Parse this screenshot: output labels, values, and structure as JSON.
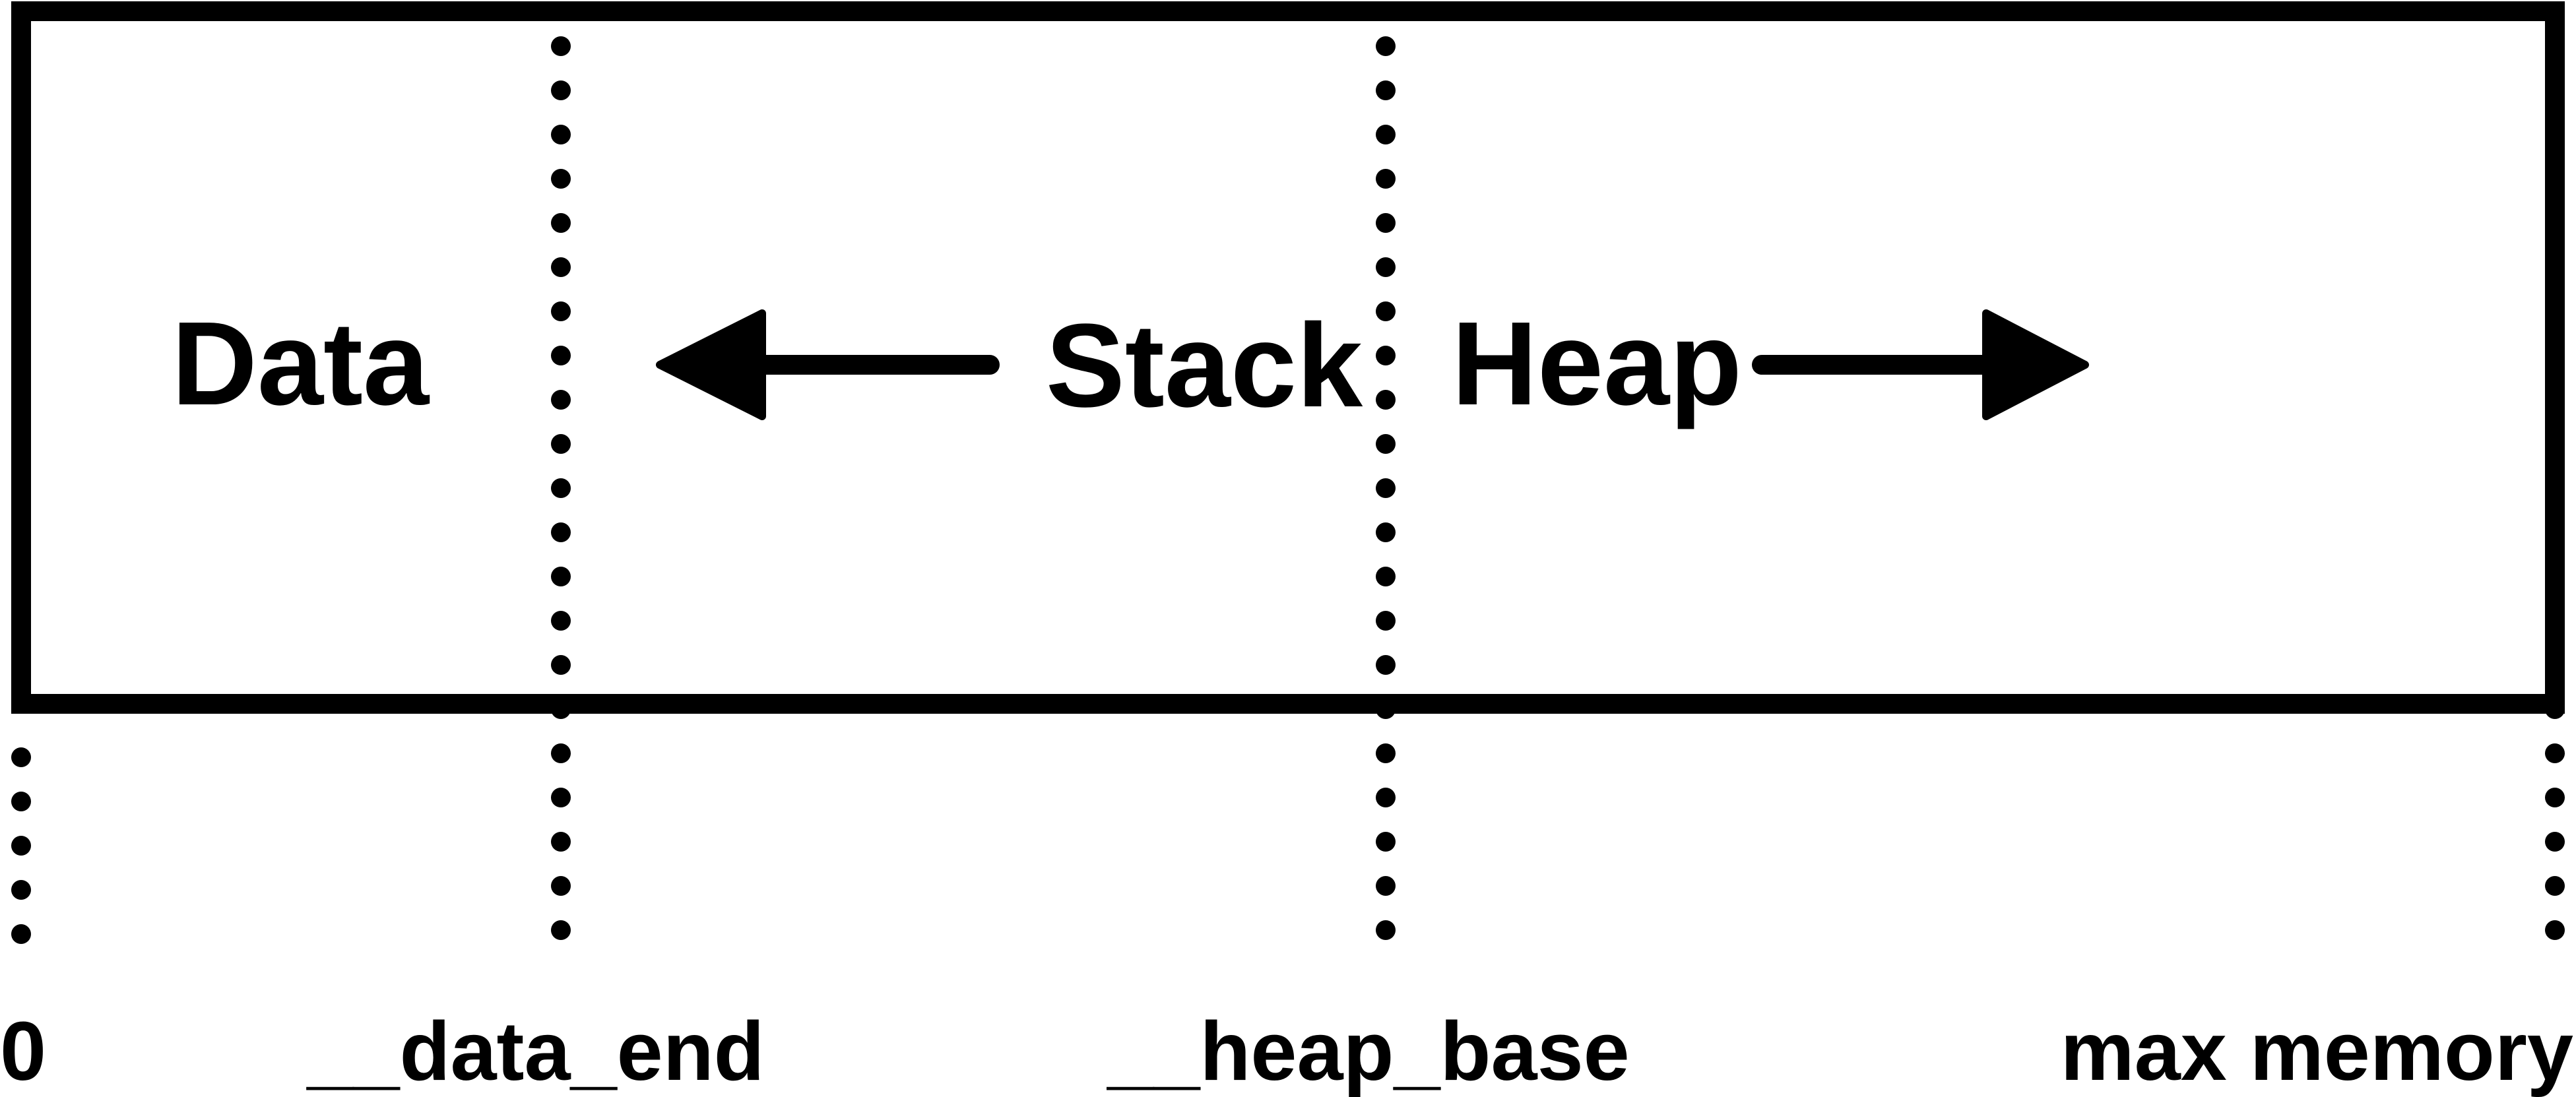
{
  "regions": {
    "data": "Data",
    "stack": "Stack",
    "heap": "Heap"
  },
  "boundaries": {
    "start": "0",
    "data_end": "__data_end",
    "heap_base": "__heap_base",
    "max_memory": "max memory"
  },
  "growth": {
    "stack_direction": "left",
    "heap_direction": "right"
  },
  "colors": {
    "ink": "#000000",
    "background": "#ffffff"
  }
}
